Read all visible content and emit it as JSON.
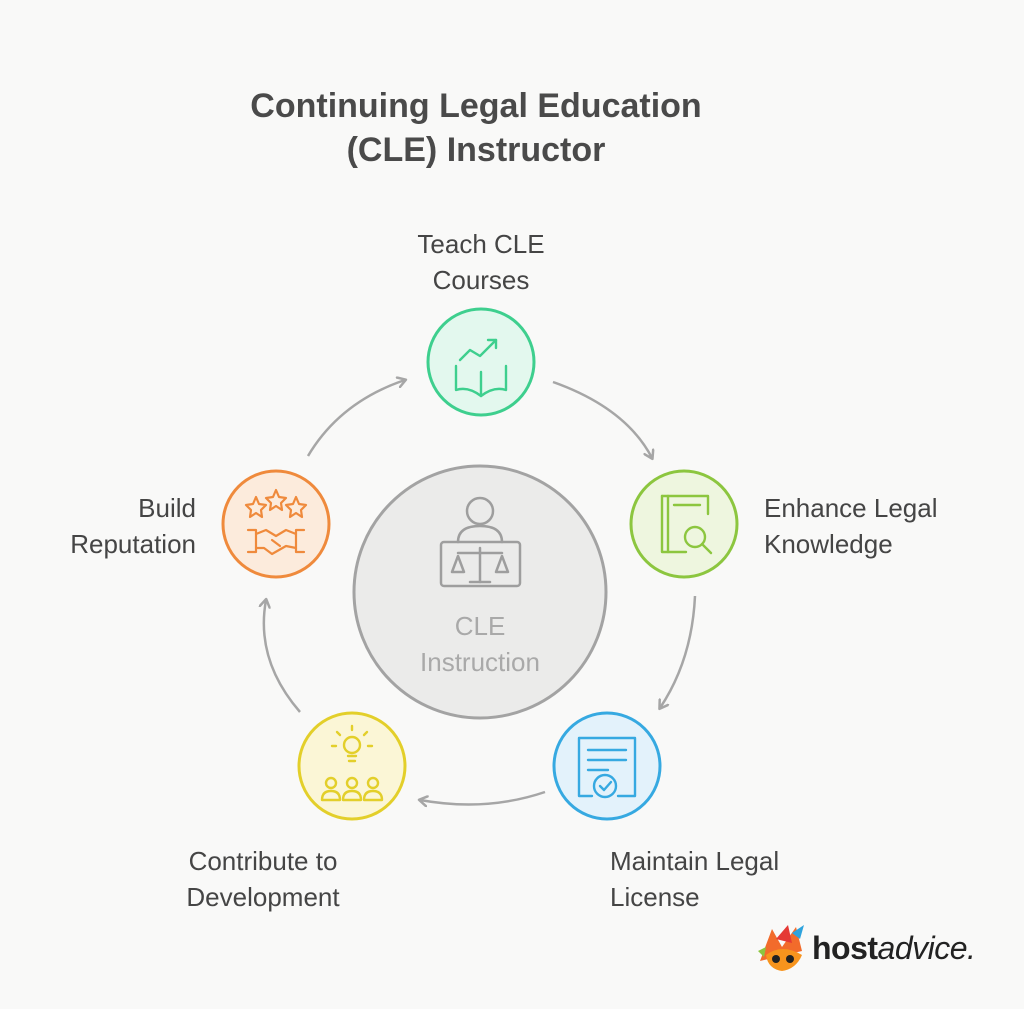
{
  "title": {
    "line1": "Continuing Legal Education",
    "line2": "(CLE) Instructor"
  },
  "center": {
    "line1": "CLE",
    "line2": "Instruction",
    "icon": "instructor-scales-icon"
  },
  "nodes": [
    {
      "id": "teach",
      "line1": "Teach CLE",
      "line2": "Courses",
      "color": "#3ecf8e",
      "fill": "#e3f8ee",
      "icon": "open-book-growth-icon"
    },
    {
      "id": "enhance",
      "line1": "Enhance Legal",
      "line2": "Knowledge",
      "color": "#8cc63f",
      "fill": "#eef6df",
      "icon": "book-magnifier-icon"
    },
    {
      "id": "maintain",
      "line1": "Maintain Legal",
      "line2": "License",
      "color": "#36a9e1",
      "fill": "#e3f2fb",
      "icon": "certificate-check-icon"
    },
    {
      "id": "contribute",
      "line1": "Contribute to",
      "line2": "Development",
      "color": "#e3cf2a",
      "fill": "#fbf6d6",
      "icon": "lightbulb-group-icon"
    },
    {
      "id": "reputation",
      "line1": "Build",
      "line2": "Reputation",
      "color": "#ef8a3c",
      "fill": "#fcebdc",
      "icon": "stars-handshake-icon"
    }
  ],
  "logo": {
    "bold": "host",
    "regular": "advice."
  }
}
